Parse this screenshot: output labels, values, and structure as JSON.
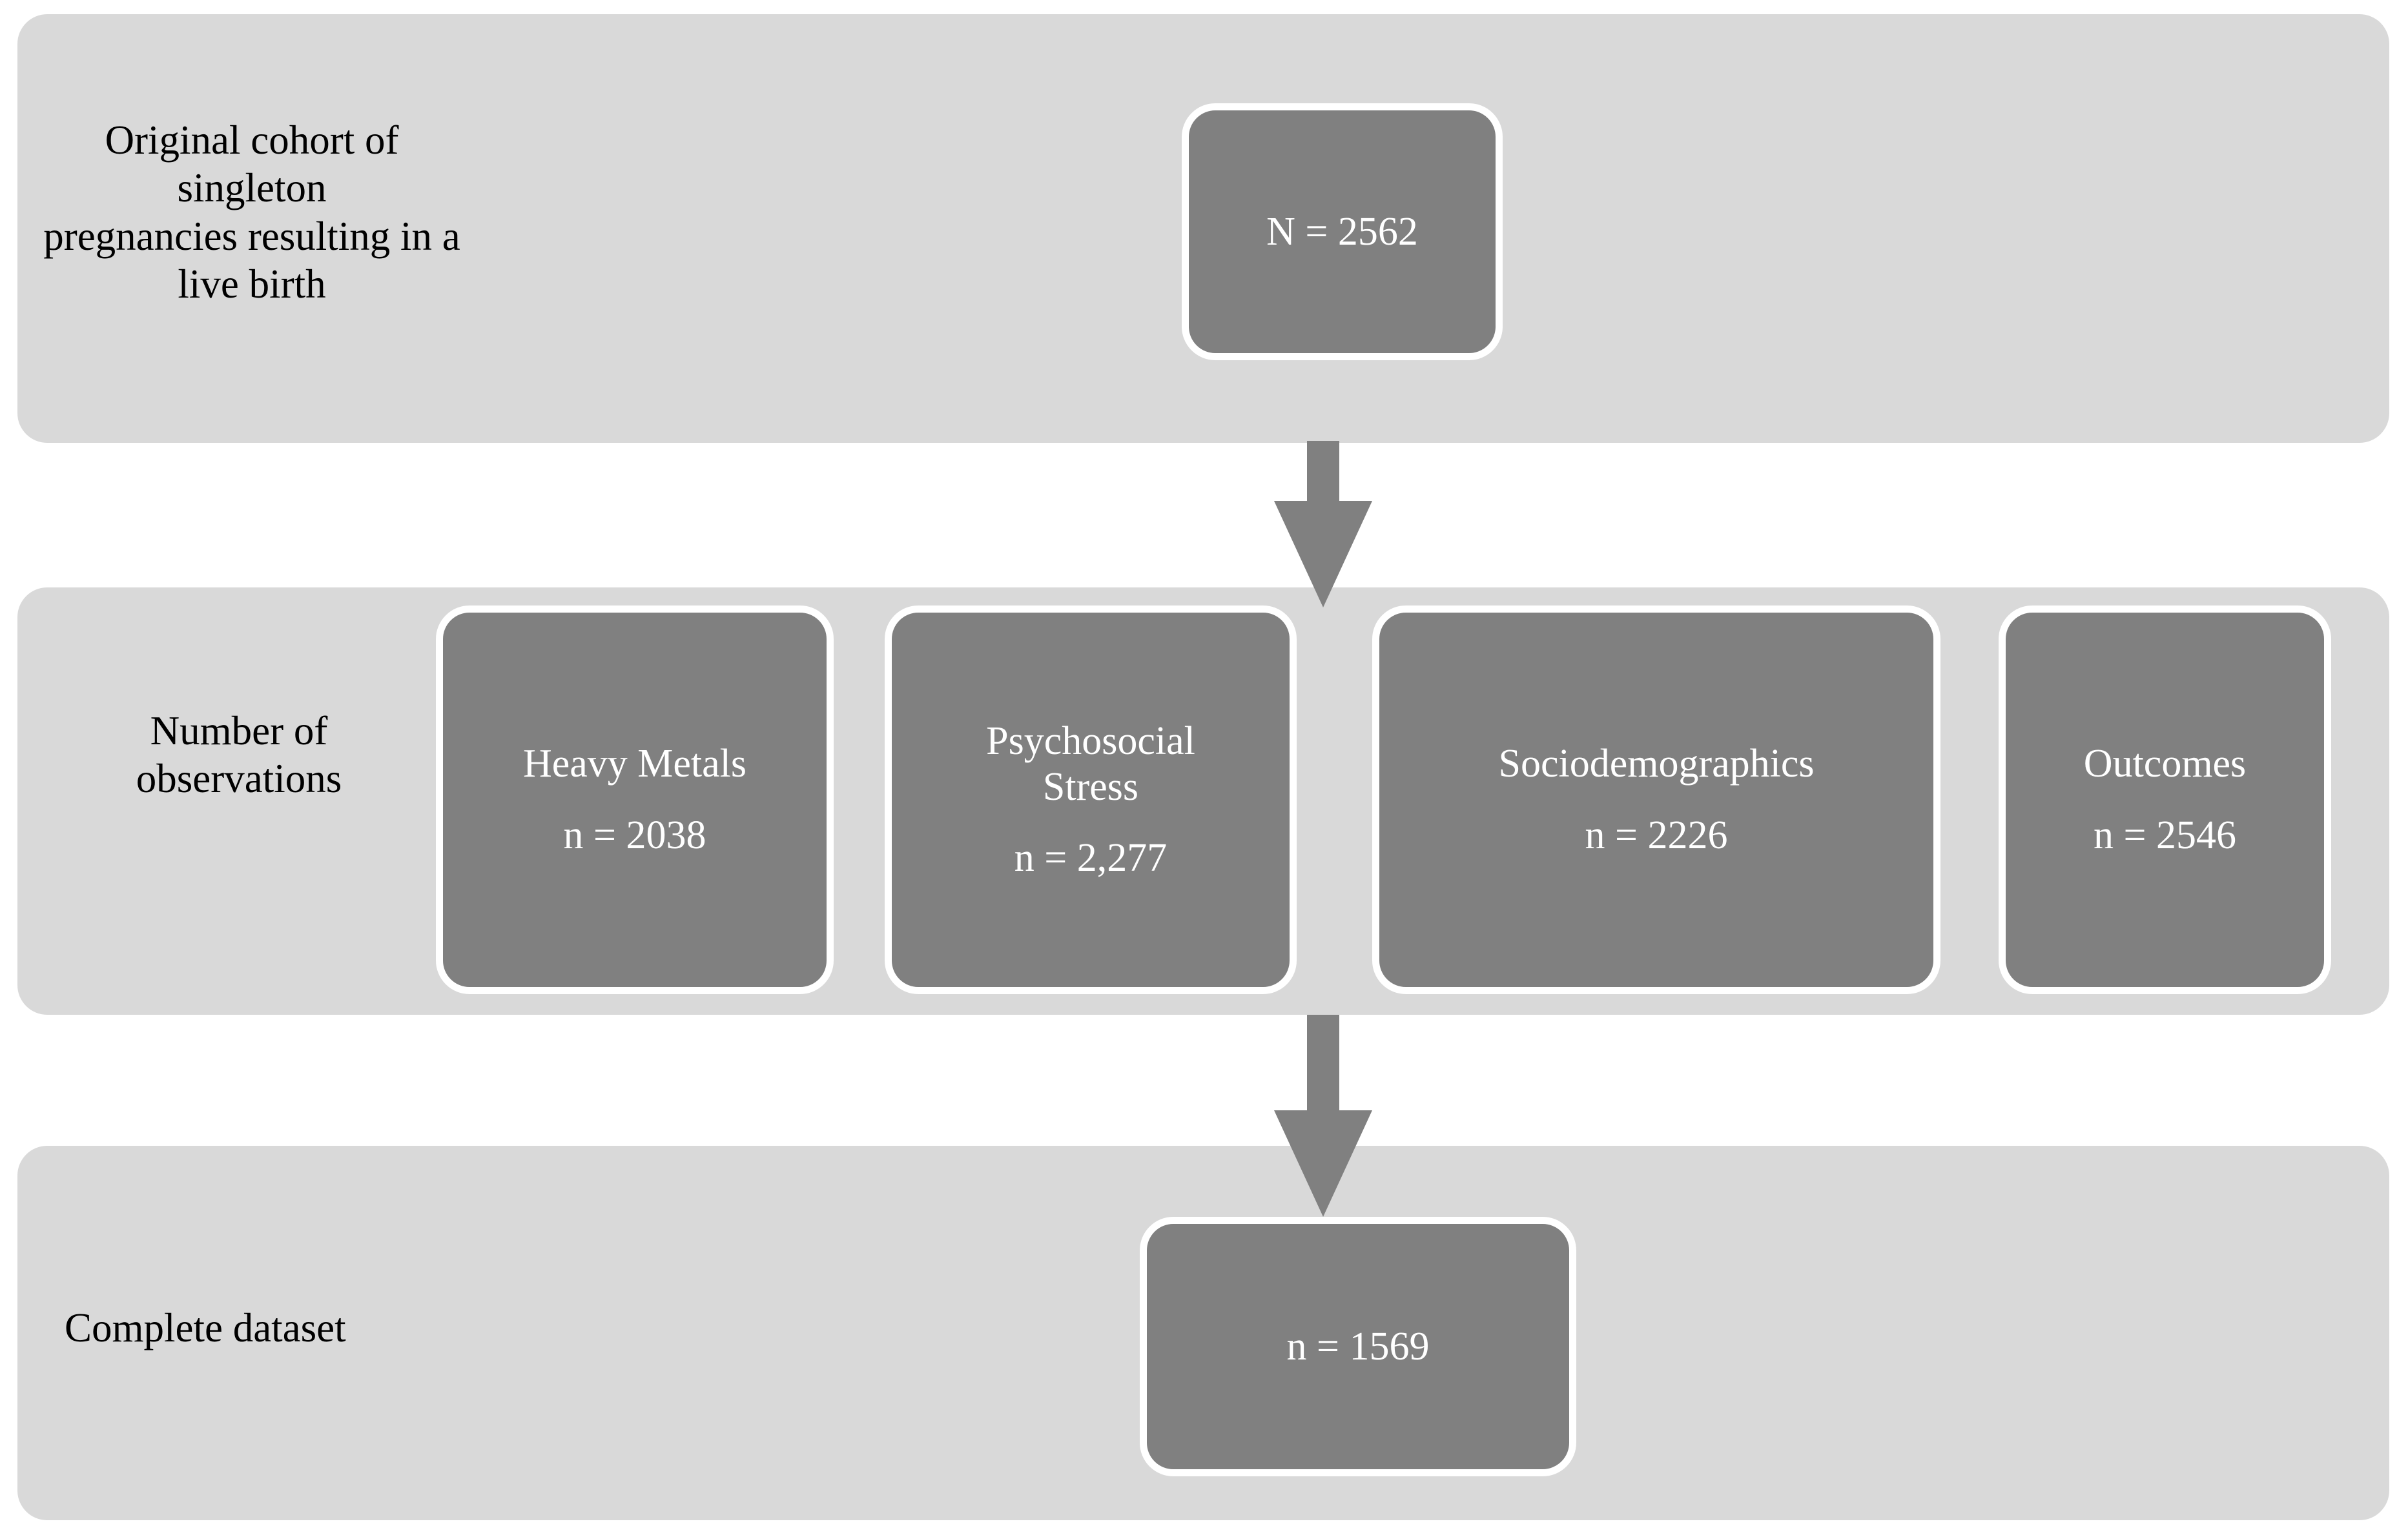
{
  "diagram": {
    "type": "flowchart",
    "title": "Cohort derivation flow diagram",
    "colors": {
      "band": "#d9d9d9",
      "node": "#808080",
      "node_border": "#ffffff",
      "node_text": "#ffffff",
      "label_text": "#000000",
      "arrow": "#808080",
      "background": "#ffffff"
    }
  },
  "stages": [
    {
      "label": "Original cohort of singleton\npregnancies resulting in a\nlive birth",
      "nodes": [
        {
          "title": "",
          "count": "N = 2562"
        }
      ]
    },
    {
      "label": "Number of\nobservations",
      "nodes": [
        {
          "title": "Heavy Metals",
          "count": "n = 2038"
        },
        {
          "title": "Psychosocial\nStress",
          "count": "n = 2,277"
        },
        {
          "title": "Sociodemographics",
          "count": "n = 2226"
        },
        {
          "title": "Outcomes",
          "count": "n = 2546"
        }
      ]
    },
    {
      "label": "Complete dataset",
      "nodes": [
        {
          "title": "",
          "count": "n = 1569"
        }
      ]
    }
  ],
  "connectors": [
    {
      "name": "arrow-cohort-to-observations",
      "direction": "down"
    },
    {
      "name": "arrow-observations-to-complete",
      "direction": "down"
    }
  ]
}
